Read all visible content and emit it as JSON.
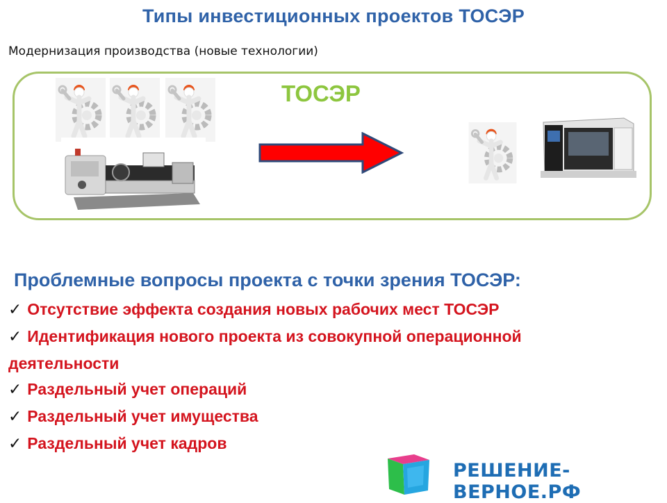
{
  "slide": {
    "title": "Типы инвестиционных проектов ТОСЭР",
    "subtitle": "Модернизация производства (новые технологии)"
  },
  "diagram": {
    "label": "ТОСЭР",
    "arrow_color": "#FF0000",
    "frame_color": "#A6C468",
    "before": {
      "workers": 3,
      "machine": "lathe-machine"
    },
    "after": {
      "workers": 1,
      "machine": "cnc-machine"
    }
  },
  "problems": {
    "title": "Проблемные вопросы проекта с точки зрения ТОСЭР:",
    "check_mark": "✓",
    "items": [
      "Отсутствие эффекта создания новых рабочих мест ТОСЭР",
      "Идентификация нового проекта из совокупной операционной",
      "деятельности",
      "Раздельный учет операций",
      "Раздельный учет имущества",
      "Раздельный учет кадров"
    ]
  },
  "brand": {
    "text": "РЕШЕНИЕ-ВЕРНОЕ.РФ"
  },
  "colors": {
    "title": "#2F62A8",
    "issues": "#D4141E",
    "tosr_label": "#8DC63F",
    "brand": "#1E6DB4"
  }
}
